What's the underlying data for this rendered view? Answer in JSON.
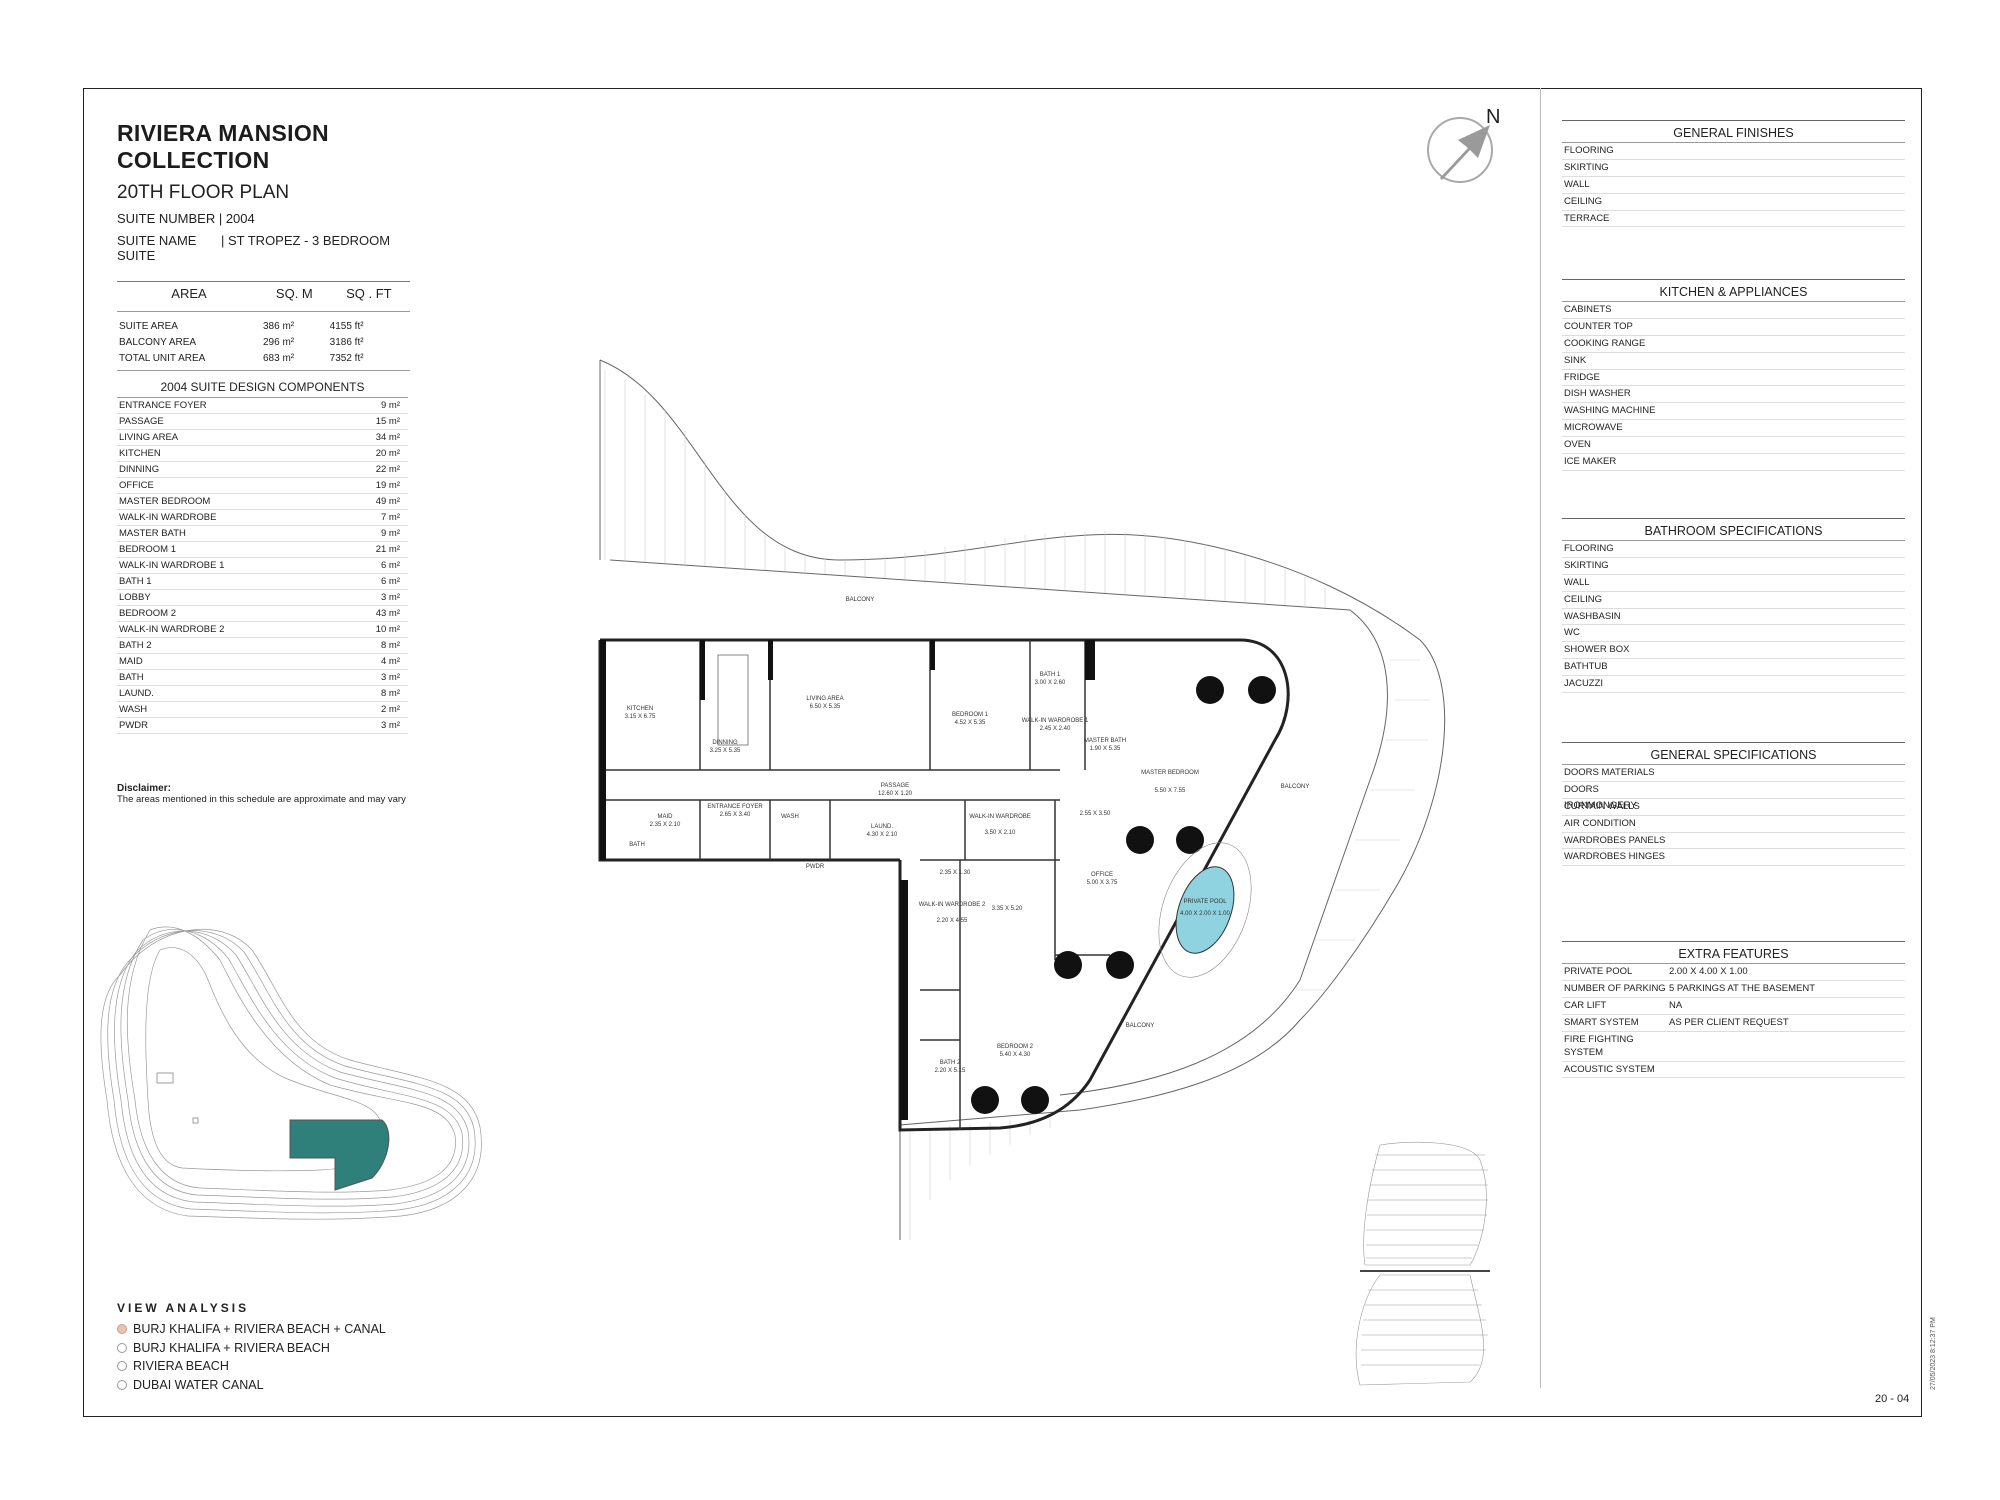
{
  "header": {
    "title": "RIVIERA MANSION COLLECTION",
    "subtitle": "20TH FLOOR PLAN",
    "suite_number_label": "SUITE NUMBER | 2004",
    "suite_name_label": "SUITE NAME",
    "suite_name_value": "| ST TROPEZ - 3 BEDROOM SUITE"
  },
  "area_table": {
    "headers": [
      "AREA",
      "SQ. M",
      "SQ . FT"
    ],
    "rows": [
      {
        "name": "SUITE AREA",
        "sqm": "386 m²",
        "sqft": "4155 ft²"
      },
      {
        "name": "BALCONY AREA",
        "sqm": "296 m²",
        "sqft": "3186 ft²"
      },
      {
        "name": "TOTAL UNIT AREA",
        "sqm": "683 m²",
        "sqft": "7352 ft²"
      }
    ]
  },
  "components": {
    "title": "2004 SUITE DESIGN COMPONENTS",
    "rows": [
      {
        "name": "ENTRANCE FOYER",
        "value": "9 m²"
      },
      {
        "name": "PASSAGE",
        "value": "15 m²"
      },
      {
        "name": "LIVING AREA",
        "value": "34 m²"
      },
      {
        "name": "KITCHEN",
        "value": "20 m²"
      },
      {
        "name": "DINNING",
        "value": "22 m²"
      },
      {
        "name": "OFFICE",
        "value": "19 m²"
      },
      {
        "name": "MASTER BEDROOM",
        "value": "49 m²"
      },
      {
        "name": "WALK-IN WARDROBE",
        "value": "7 m²"
      },
      {
        "name": "MASTER BATH",
        "value": "9 m²"
      },
      {
        "name": "BEDROOM 1",
        "value": "21 m²"
      },
      {
        "name": "WALK-IN WARDROBE 1",
        "value": "6 m²"
      },
      {
        "name": "BATH 1",
        "value": "6 m²"
      },
      {
        "name": "LOBBY",
        "value": "3 m²"
      },
      {
        "name": "BEDROOM 2",
        "value": "43 m²"
      },
      {
        "name": "WALK-IN WARDROBE 2",
        "value": "10 m²"
      },
      {
        "name": "BATH 2",
        "value": "8 m²"
      },
      {
        "name": "MAID",
        "value": "4 m²"
      },
      {
        "name": "BATH",
        "value": "3 m²"
      },
      {
        "name": "LAUND.",
        "value": "8 m²"
      },
      {
        "name": "WASH",
        "value": "2 m²"
      },
      {
        "name": "PWDR",
        "value": "3 m²"
      }
    ]
  },
  "disclaimer": {
    "title": "Disclaimer:",
    "text": "The areas mentioned in this schedule are approximate and may vary"
  },
  "view_analysis": {
    "title": "VIEW ANALYSIS",
    "items": [
      {
        "label": "BURJ KHALIFA + RIVIERA BEACH + CANAL",
        "active": true
      },
      {
        "label": "BURJ KHALIFA + RIVIERA BEACH",
        "active": false
      },
      {
        "label": "RIVIERA BEACH",
        "active": false
      },
      {
        "label": "DUBAI WATER CANAL",
        "active": false
      }
    ]
  },
  "compass": {
    "label": "N"
  },
  "plan_labels": {
    "balcony_top": "BALCONY",
    "balcony_right": "BALCONY",
    "balcony_bottom": "BALCONY",
    "kitchen": "KITCHEN",
    "kitchen_dim": "3.15 X 6.75",
    "dinning": "DINNING",
    "dinning_dim": "3.25 X 5.35",
    "living": "LIVING AREA",
    "living_dim": "6.50 X 5.35",
    "bedroom1": "BEDROOM 1",
    "bedroom1_dim": "4.52 X 5.35",
    "bath1": "BATH 1",
    "bath1_dim": "3.00 X 2.60",
    "wiw1": "WALK-IN WARDROBE 1",
    "wiw1_dim": "2.45 X 2.40",
    "master_bath": "MASTER BATH",
    "master_bath_dim": "1.90 X 5.35",
    "master_bedroom": "MASTER BEDROOM",
    "master_bedroom_dim": "5.50 X 7.55",
    "passage": "PASSAGE",
    "passage_dim": "12.60 X 1.20",
    "entrance": "ENTRANCE FOYER",
    "entrance_dim": "2.65 X 3.40",
    "maid": "MAID",
    "maid_dim": "2.35 X 2.10",
    "bath": "BATH",
    "wash": "WASH",
    "laund": "LAUND.",
    "laund_dim": "4.30 X 2.10",
    "wiw": "WALK-IN WARDROBE",
    "wiw_dim": "3.50 X 2.10",
    "dim_255": "2.55 X 3.50",
    "pwdr": "PWDR",
    "dim_235": "2.35 X 1.30",
    "office": "OFFICE",
    "office_dim": "5.00 X 3.75",
    "pool": "PRIVATE POOL",
    "pool_dim": "4.00 X 2.00 X 1.00",
    "wiw2": "WALK-IN WARDROBE 2",
    "wiw2_dim": "2.20 X 4.55",
    "dim_335": "3.35 X 5.20",
    "bedroom2": "BEDROOM 2",
    "bedroom2_dim": "5.40 X 4.30",
    "bath2": "BATH 2",
    "bath2_dim": "2.20 X 5.15"
  },
  "general_finishes": {
    "title": "GENERAL FINISHES",
    "rows": [
      "FLOORING",
      "SKIRTING",
      "WALL",
      "CEILING",
      "TERRACE"
    ]
  },
  "kitchen_appliances": {
    "title": "KITCHEN & APPLIANCES",
    "rows": [
      "CABINETS",
      "COUNTER TOP",
      "COOKING RANGE",
      "SINK",
      "FRIDGE",
      "DISH WASHER",
      "WASHING MACHINE",
      "MICROWAVE",
      "OVEN",
      "ICE MAKER"
    ]
  },
  "bathroom_specs": {
    "title": "BATHROOM SPECIFICATIONS",
    "rows": [
      "FLOORING",
      "SKIRTING",
      "WALL",
      "CEILING",
      "WASHBASIN",
      "WC",
      "SHOWER BOX",
      "BATHTUB",
      "JACUZZI"
    ]
  },
  "general_specs": {
    "title": "GENERAL SPECIFICATIONS",
    "rows": [
      "DOORS MATERIALS",
      "DOORS IRONMONGERY",
      "CURTAIN WALLS",
      "AIR CONDITION",
      "WARDROBES PANELS",
      "WARDROBES HINGES"
    ]
  },
  "extra_features": {
    "title": "EXTRA FEATURES",
    "rows": [
      {
        "k": "PRIVATE POOL",
        "v": "2.00 X 4.00 X 1.00"
      },
      {
        "k": "NUMBER OF PARKING",
        "v": "5 PARKINGS AT THE BASEMENT"
      },
      {
        "k": "CAR LIFT",
        "v": "NA"
      },
      {
        "k": "SMART SYSTEM",
        "v": "AS PER CLIENT REQUEST"
      },
      {
        "k": "FIRE FIGHTING SYSTEM",
        "v": ""
      },
      {
        "k": "ACOUSTIC SYSTEM",
        "v": ""
      }
    ]
  },
  "footer": {
    "page_number": "20 - 04",
    "stamp": "27/05/2023 8:12:37 PM"
  },
  "colors": {
    "accent": "#2f7f7a",
    "pool": "#8fd3e0",
    "active_dot": "#e8c2b3"
  }
}
